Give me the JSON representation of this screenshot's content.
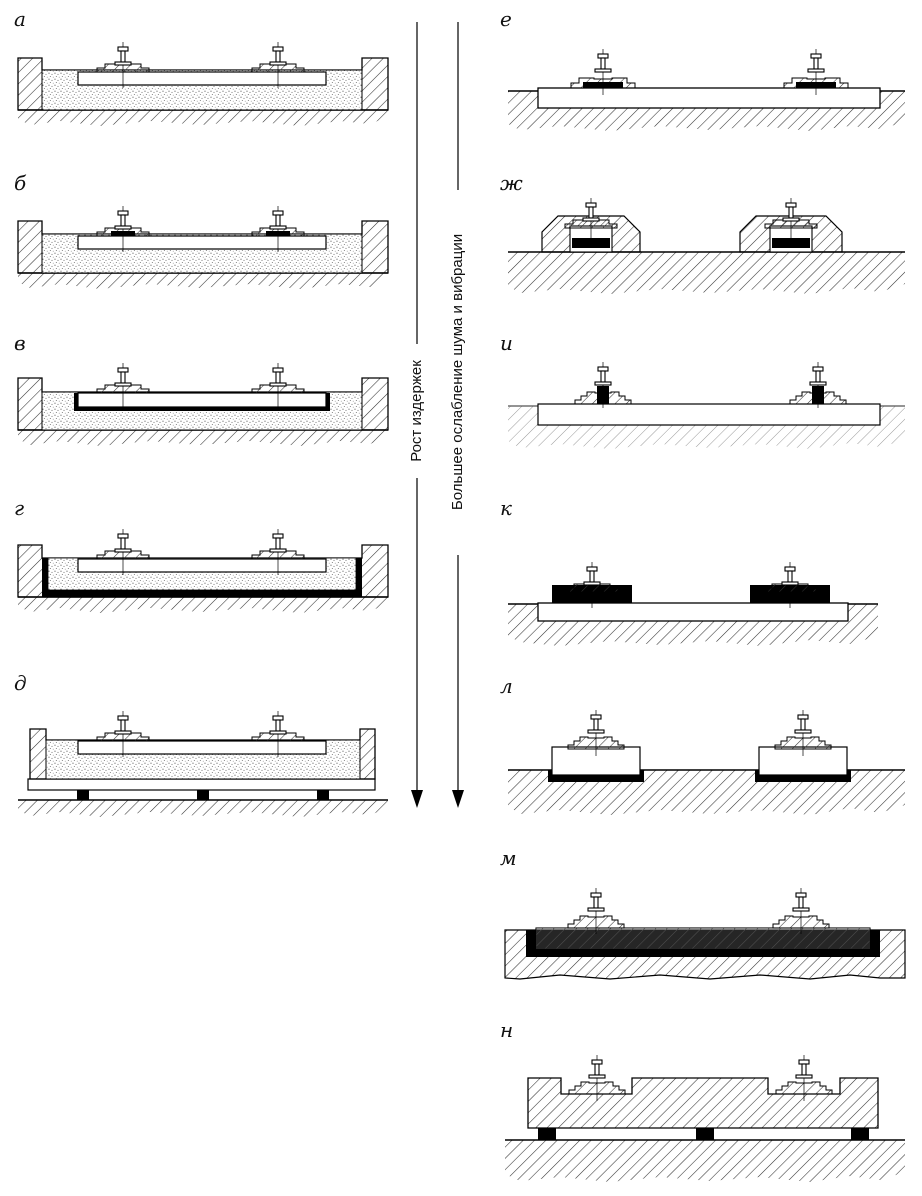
{
  "panels": {
    "a": "а",
    "b": "б",
    "v": "в",
    "g": "г",
    "d": "д",
    "e": "е",
    "zh": "ж",
    "i": "и",
    "k": "к",
    "l": "л",
    "m": "м",
    "n": "н"
  },
  "arrows": {
    "cost": "Рост издержек",
    "damping": "Большее ослабление шума и вибрации"
  }
}
